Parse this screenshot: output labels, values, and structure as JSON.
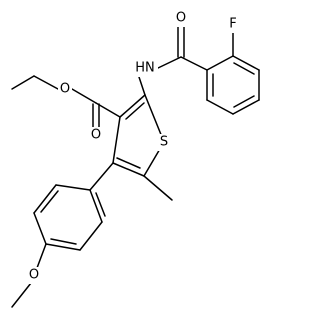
{
  "molecule": {
    "atom_labels": {
      "ester_carbonyl_oxygen": "O",
      "ester_ether_oxygen": "O",
      "amide_oxygen": "O",
      "amide_nitrogen": "HN",
      "fluorine": "F",
      "sulfur": "S",
      "methoxy_oxygen": "O"
    }
  }
}
